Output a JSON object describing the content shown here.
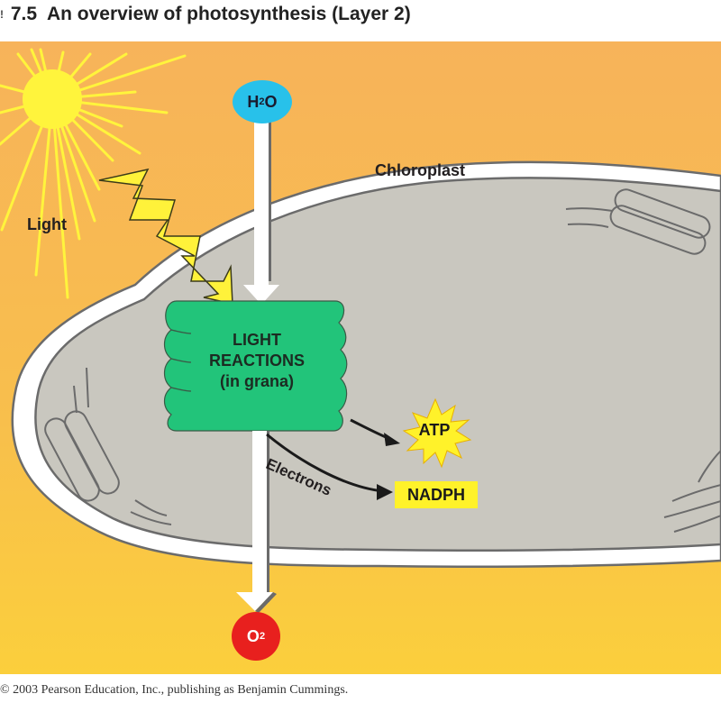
{
  "figure": {
    "number": "7.5",
    "title": "An overview of photosynthesis (Layer 2)",
    "title_prefix_mark": "!"
  },
  "labels": {
    "light": "Light",
    "chloroplast": "Chloroplast",
    "electrons": "Electrons"
  },
  "molecules": {
    "water": {
      "main": "H",
      "sub": "2",
      "tail": "O",
      "color": "#28c1ea"
    },
    "oxygen": {
      "main": "O",
      "sub": "2",
      "color": "#e8201e"
    },
    "atp": {
      "text": "ATP",
      "color": "#fff22a"
    },
    "nadph": {
      "text": "NADPH",
      "color": "#fff22a"
    }
  },
  "light_reactions": {
    "line1": "LIGHT",
    "line2": "REACTIONS",
    "line3": "(in grana)",
    "color": "#22c47a"
  },
  "colors": {
    "background": "#f7b955",
    "chloroplast_stroma": "#c9c7bf",
    "membrane": "#ffffff",
    "outline": "#6b6b6b",
    "sun": "#fff43c",
    "lightning": "#fff23a"
  },
  "footer": {
    "copyright": "© 2003 Pearson Education, Inc., publishing as Benjamin Cummings."
  }
}
